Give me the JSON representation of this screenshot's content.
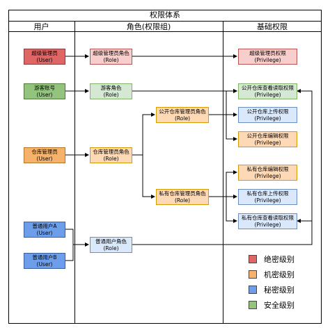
{
  "title": "权限体系",
  "columns": {
    "users": "用户",
    "roles": "角色(权限组)",
    "privileges": "基础权限"
  },
  "users": [
    {
      "name": "超级管理员",
      "type": "(User)"
    },
    {
      "name": "游客账号",
      "type": "(User)"
    },
    {
      "name": "仓库管理员",
      "type": "(User)"
    },
    {
      "name": "普通用户A",
      "type": "(User)"
    },
    {
      "name": "普通用户B",
      "type": "(User)"
    }
  ],
  "roles": [
    {
      "name": "超级管理员角色",
      "type": "(Role)"
    },
    {
      "name": "游客角色",
      "type": "(Role)"
    },
    {
      "name": "仓库管理员角色",
      "type": "(Role)"
    },
    {
      "name": "公开仓库管理员角色",
      "type": "(Role)"
    },
    {
      "name": "私有仓库管理员角色",
      "type": "(Role)"
    },
    {
      "name": "普通用户角色",
      "type": "(Role)"
    }
  ],
  "privileges": [
    {
      "name": "超级管理员权限",
      "type": "(Privilege)"
    },
    {
      "name": "公开仓库查看读取权限",
      "type": "(Privilege)"
    },
    {
      "name": "公开仓库上传权限",
      "type": "(Privilege)"
    },
    {
      "name": "公开仓库编辑权限",
      "type": "(Privilege)"
    },
    {
      "name": "私有仓库编辑权限",
      "type": "(Privilege)"
    },
    {
      "name": "私有仓库上传权限",
      "type": "(Privilege)"
    },
    {
      "name": "私有仓库查看读取权限",
      "type": "(Privilege)"
    }
  ],
  "legend": [
    {
      "label": "绝密级别",
      "color": "#e06666"
    },
    {
      "label": "机密级别",
      "color": "#f6b26b"
    },
    {
      "label": "秘密级别",
      "color": "#6d9eeb"
    },
    {
      "label": "安全级别",
      "color": "#93c47d"
    }
  ]
}
